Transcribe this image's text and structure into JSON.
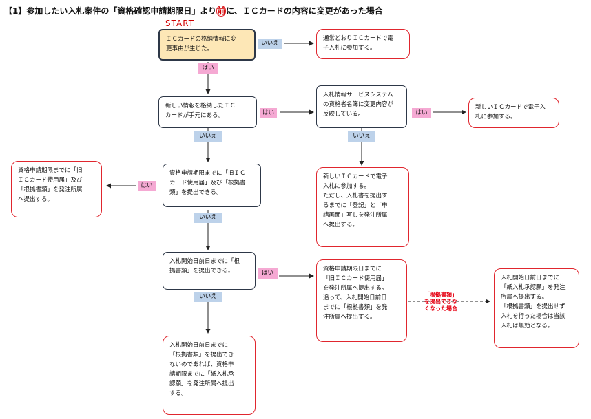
{
  "heading": {
    "prefix": "【1】参加したい入札案件の「資格確認申請期限日」より",
    "highlight": "前",
    "suffix": "に、ＩＣカードの内容に変更があった場合"
  },
  "start_label": "START",
  "boxes": {
    "q1": "ＩＣカードの格納情報に変\n更事由が生じた。",
    "r_normal": "通常どおりＩＣカードで電\n子入札に参加する。",
    "q2": "新しい情報を格納したＩＣ\nカードが手元にある。",
    "q_system": "入札情報サービスシステム\nの資格者名簿に変更内容が\n反映している。",
    "r_new": "新しいＩＣカードで電子入\n札に参加する。",
    "r_new_cond": "新しいＩＣカードで電子\n入札に参加する。\nただし、入札書を提出す\nるまでに「登記」と「申\n請画面」写しを発注所属\nへ提出する。",
    "q3": "資格申請期限までに「旧ＩＣ\nカード使用届」及び「根拠書\n類」を提出できる。",
    "r_old": "資格申請期限までに「旧\nＩＣカード使用届」及び\n「根拠書類」を発注所属\nへ提出する。",
    "q4": "入札開始日前日までに「根\n拠書類」を提出できる。",
    "r_mid": "資格申請期限日までに\n「旧ＩＣカード使用届」\nを発注所属へ提出する。\n追って、入札開始日前日\nまでに「根拠書類」を発\n注所属へ提出する。",
    "r_far": "入札開始日前日までに\n「紙入札承認願」を発注\n所属へ提出する。\n「根拠書類」を提出せず\n入札を行った場合は当該\n入札は無効となる。",
    "r_bottom": "入札開始日前日までに\n「根拠書類」を提出でき\nないのであれば、資格申\n請期限までに「紙入札承\n認願」を発注所属へ提出\nする。"
  },
  "labels": {
    "yes": "はい",
    "no": "いいえ"
  },
  "note": "「根拠書類」\nを提出できな\nくなった場合",
  "colors": {
    "yes_label": "#f5a9d3",
    "no_label": "#bdd2ea",
    "start_fill": "#fde7b6",
    "red_border": "#e0262e",
    "dark_border": "#2d3747"
  }
}
